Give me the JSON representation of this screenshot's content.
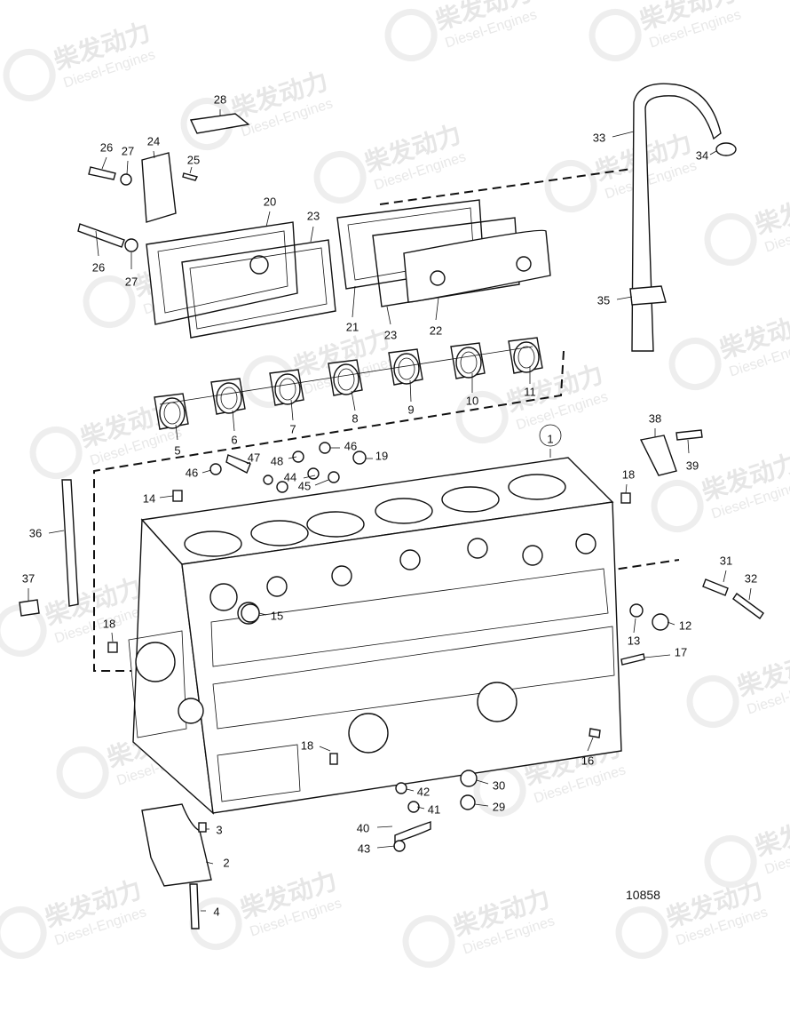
{
  "drawing_number": "10858",
  "watermark": {
    "brand": "柴发动力",
    "sub": "Diesel-Engines"
  },
  "callouts": [
    {
      "id": "c1",
      "label": "1"
    },
    {
      "id": "c2",
      "label": "2"
    },
    {
      "id": "c3",
      "label": "3"
    },
    {
      "id": "c4",
      "label": "4"
    },
    {
      "id": "c5",
      "label": "5"
    },
    {
      "id": "c6",
      "label": "6"
    },
    {
      "id": "c7",
      "label": "7"
    },
    {
      "id": "c8",
      "label": "8"
    },
    {
      "id": "c9",
      "label": "9"
    },
    {
      "id": "c10",
      "label": "10"
    },
    {
      "id": "c11",
      "label": "11"
    },
    {
      "id": "c12",
      "label": "12"
    },
    {
      "id": "c13",
      "label": "13"
    },
    {
      "id": "c14",
      "label": "14"
    },
    {
      "id": "c15",
      "label": "15"
    },
    {
      "id": "c16",
      "label": "16"
    },
    {
      "id": "c17",
      "label": "17"
    },
    {
      "id": "c18a",
      "label": "18"
    },
    {
      "id": "c18b",
      "label": "18"
    },
    {
      "id": "c18c",
      "label": "18"
    },
    {
      "id": "c19",
      "label": "19"
    },
    {
      "id": "c20",
      "label": "20"
    },
    {
      "id": "c21",
      "label": "21"
    },
    {
      "id": "c22",
      "label": "22"
    },
    {
      "id": "c23a",
      "label": "23"
    },
    {
      "id": "c23b",
      "label": "23"
    },
    {
      "id": "c24",
      "label": "24"
    },
    {
      "id": "c25",
      "label": "25"
    },
    {
      "id": "c26a",
      "label": "26"
    },
    {
      "id": "c26b",
      "label": "26"
    },
    {
      "id": "c27a",
      "label": "27"
    },
    {
      "id": "c27b",
      "label": "27"
    },
    {
      "id": "c28",
      "label": "28"
    },
    {
      "id": "c29",
      "label": "29"
    },
    {
      "id": "c30",
      "label": "30"
    },
    {
      "id": "c31",
      "label": "31"
    },
    {
      "id": "c32",
      "label": "32"
    },
    {
      "id": "c33",
      "label": "33"
    },
    {
      "id": "c34",
      "label": "34"
    },
    {
      "id": "c35",
      "label": "35"
    },
    {
      "id": "c36",
      "label": "36"
    },
    {
      "id": "c37",
      "label": "37"
    },
    {
      "id": "c38",
      "label": "38"
    },
    {
      "id": "c39",
      "label": "39"
    },
    {
      "id": "c40",
      "label": "40"
    },
    {
      "id": "c41",
      "label": "41"
    },
    {
      "id": "c42",
      "label": "42"
    },
    {
      "id": "c43",
      "label": "43"
    },
    {
      "id": "c44",
      "label": "44"
    },
    {
      "id": "c45",
      "label": "45"
    },
    {
      "id": "c46a",
      "label": "46"
    },
    {
      "id": "c46b",
      "label": "46"
    },
    {
      "id": "c47",
      "label": "47"
    },
    {
      "id": "c48",
      "label": "48"
    }
  ]
}
